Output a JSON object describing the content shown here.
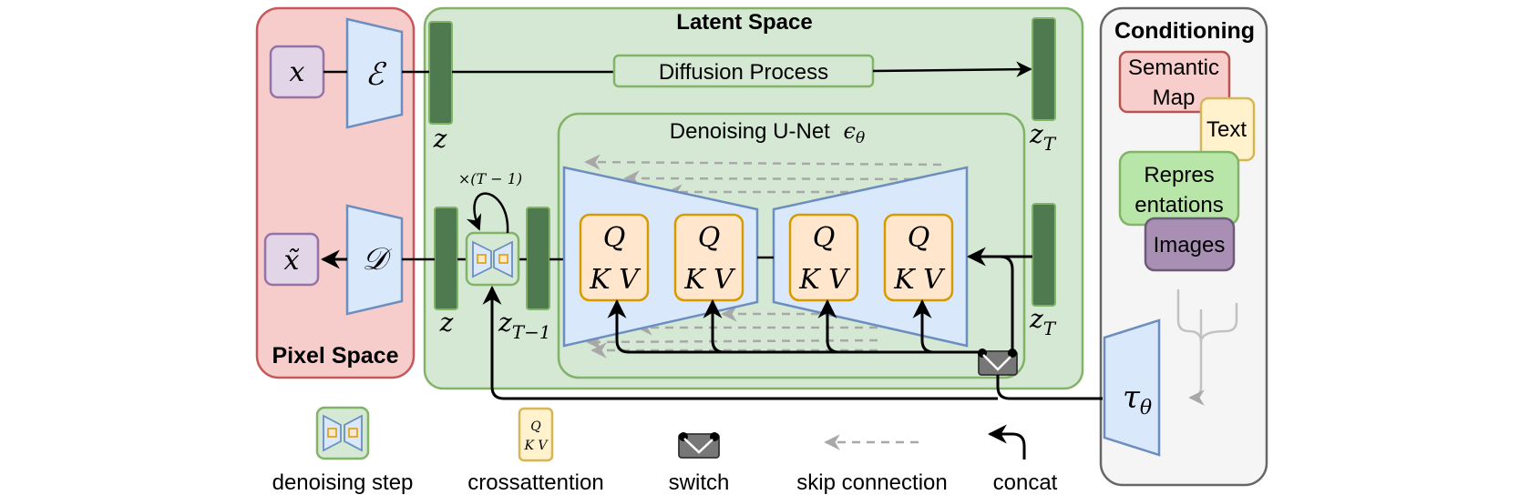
{
  "panels": {
    "pixel_space": "Pixel Space",
    "latent_space": "Latent Space",
    "conditioning": "Conditioning",
    "unet_title": "Denoising U-Net",
    "unet_symbol": "ϵ",
    "unet_symbol_sub": "θ"
  },
  "symbols": {
    "x": "x",
    "x_tilde": "x̃",
    "encoder": "ℰ",
    "decoder": "𝒟",
    "z": "z",
    "z_T_base": "z",
    "z_T_sub": "T",
    "z_T1_base": "z",
    "z_T1_sub": "T−1",
    "repeat": "×(T − 1)",
    "tau": "τ",
    "tau_sub": "θ",
    "q": "Q",
    "kv": "K V"
  },
  "labels": {
    "diffusion_process": "Diffusion Process"
  },
  "conditioning_items": {
    "semantic_map_l1": "Semantic",
    "semantic_map_l2": "Map",
    "text": "Text",
    "repr_l1": "Repres",
    "repr_l2": "entations",
    "images": "Images"
  },
  "legend": {
    "denoising_step": "denoising step",
    "crossattention": "crossattention",
    "switch": "switch",
    "skip_connection": "skip connection",
    "concat": "concat"
  },
  "colors": {
    "pixel_fill": "#f7cdcc",
    "pixel_stroke": "#c9575a",
    "latent_fill": "#d5e8d4",
    "latent_stroke": "#82b366",
    "cond_fill": "#f5f5f5",
    "cond_stroke": "#666666",
    "blue_fill": "#dae8fc",
    "blue_stroke": "#6c8ebf",
    "purple_fill": "#e1d5e7",
    "purple_stroke": "#9673a6",
    "orange_fill": "#ffe6cc",
    "orange_stroke": "#d79b00",
    "latent_bar": "#4f7a4f",
    "semantic_fill": "#f8cecc",
    "semantic_stroke": "#b85450",
    "text_fill": "#fff2cc",
    "text_stroke": "#d6b656",
    "repr_fill": "#b8e6a8",
    "repr_stroke": "#82b366",
    "images_fill": "#a98fb4",
    "images_stroke": "#6c5a78",
    "skip_color": "#a8a8a8",
    "switch_fill": "#777777"
  }
}
